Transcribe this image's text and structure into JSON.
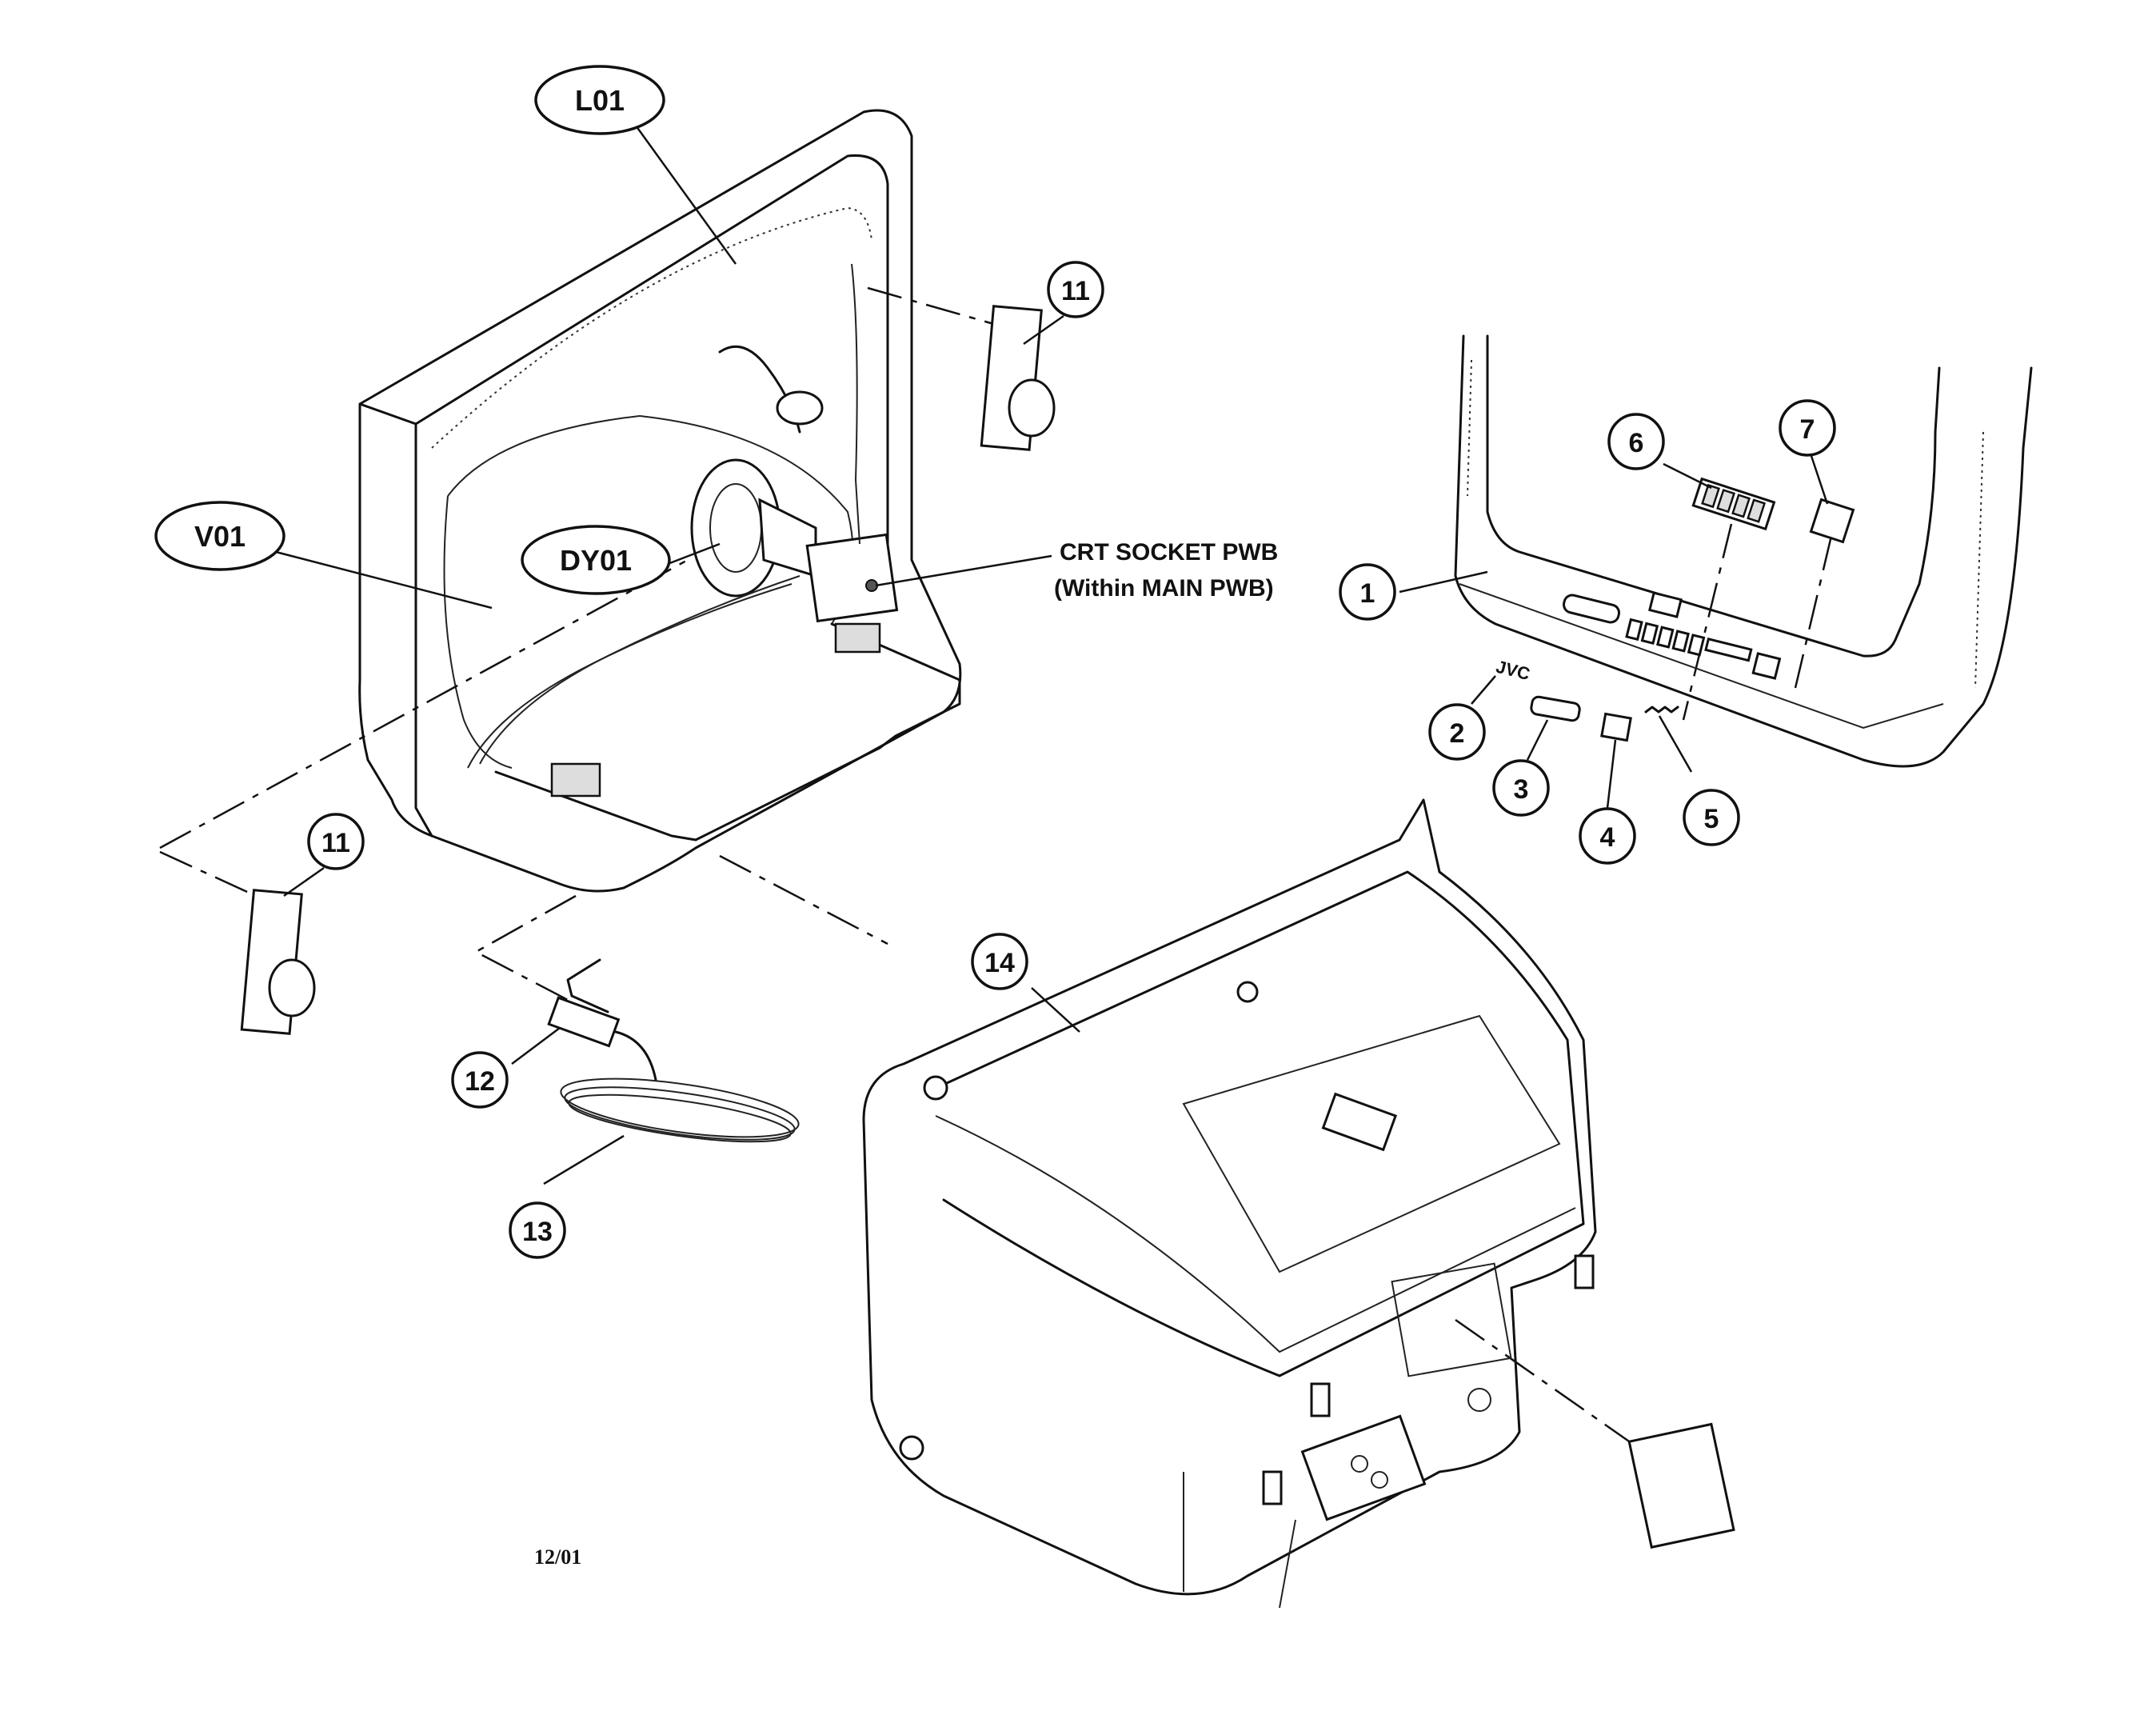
{
  "callouts": {
    "l01": "L01",
    "v01": "V01",
    "dy01": "DY01",
    "n1": "1",
    "n2": "2",
    "n3": "3",
    "n4": "4",
    "n5": "5",
    "n6": "6",
    "n7": "7",
    "n11a": "11",
    "n11b": "11",
    "n12": "12",
    "n13": "13",
    "n14": "14"
  },
  "labels": {
    "crt_socket_line1": "CRT SOCKET PWB",
    "crt_socket_line2": "(Within MAIN PWB)",
    "date_code": "12/01",
    "front_logo": "JVC"
  }
}
